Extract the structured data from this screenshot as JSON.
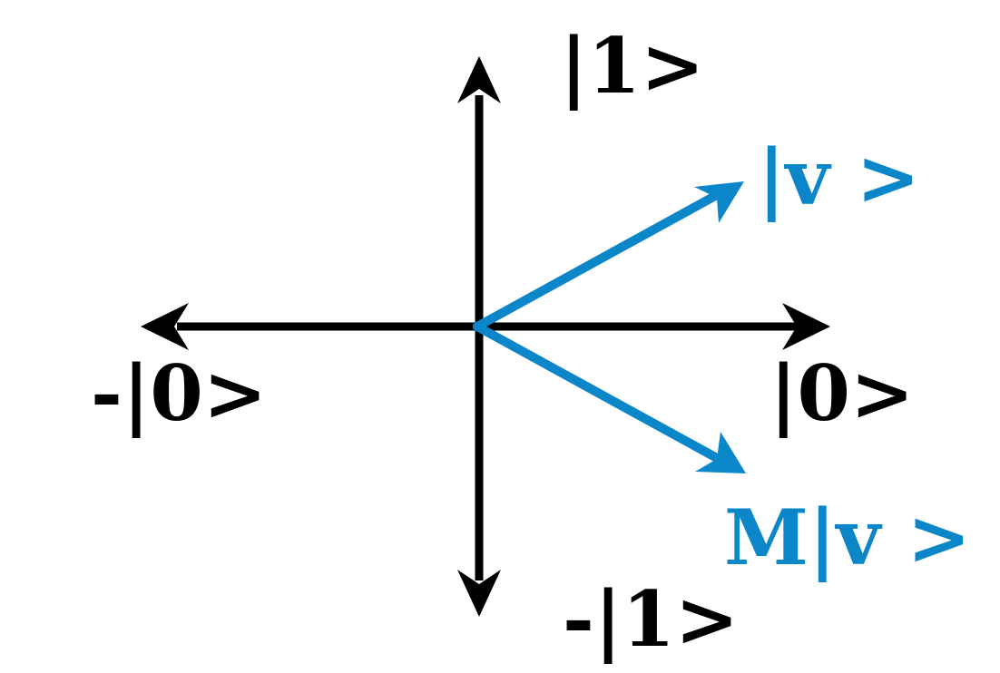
{
  "labels": {
    "up": "|1>",
    "down": "-|1>",
    "right": "|0>",
    "left": "-|0>",
    "v": "|v >",
    "mv": "M|v >"
  },
  "colors": {
    "axis": "#000000",
    "vector": "#0a86c9",
    "background": "#ffffff"
  }
}
